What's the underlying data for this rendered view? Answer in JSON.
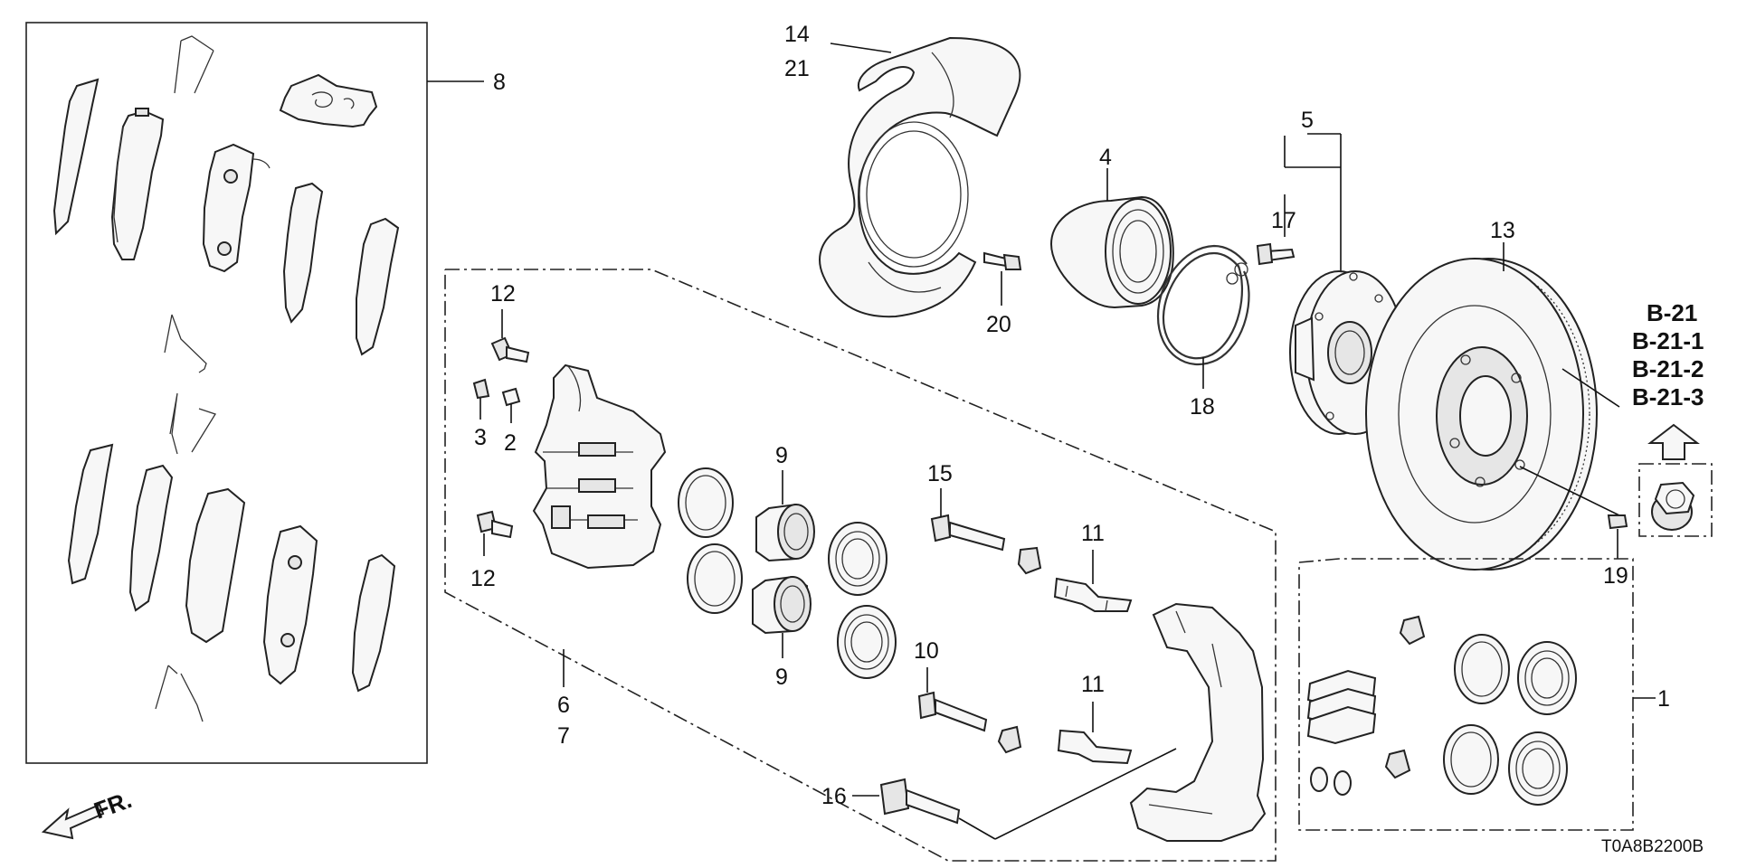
{
  "labels": {
    "l1": "1",
    "l2": "2",
    "l3": "3",
    "l4": "4",
    "l5": "5",
    "l6": "6",
    "l7": "7",
    "l8": "8",
    "l9a": "9",
    "l9b": "9",
    "l10": "10",
    "l11a": "11",
    "l11b": "11",
    "l12a": "12",
    "l12b": "12",
    "l13": "13",
    "l14": "14",
    "l15": "15",
    "l16": "16",
    "l17": "17",
    "l18": "18",
    "l19": "19",
    "l20": "20",
    "l21": "21"
  },
  "references": [
    "B-21",
    "B-21-1",
    "B-21-2",
    "B-21-3"
  ],
  "direction_label": "FR.",
  "diagram_code": "T0A8B2200B",
  "icons": {
    "direction": "arrow-front-icon",
    "reference": "arrow-up-icon",
    "nut": "flange-nut-icon"
  }
}
